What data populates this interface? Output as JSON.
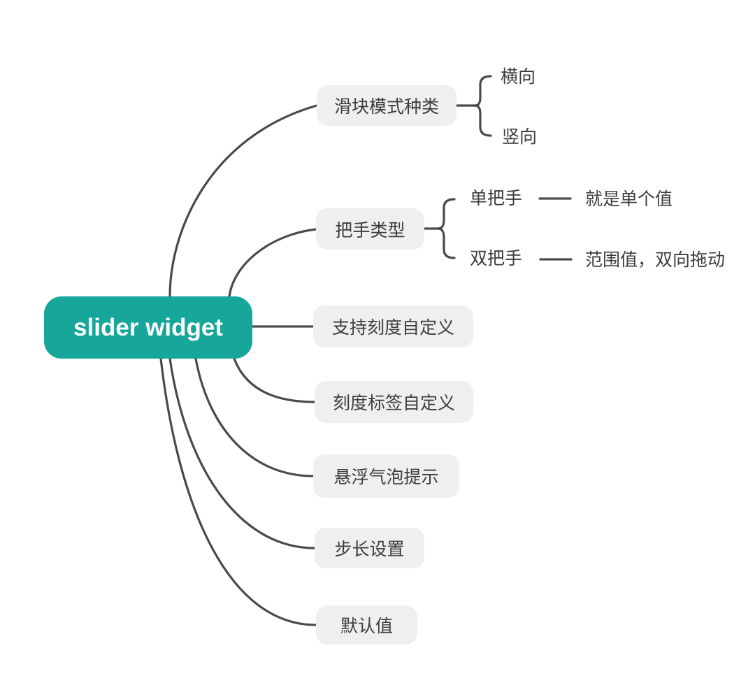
{
  "root": {
    "label": "slider widget"
  },
  "branches": [
    {
      "label": "滑块模式种类",
      "children": [
        {
          "label": "横向"
        },
        {
          "label": "竖向"
        }
      ]
    },
    {
      "label": "把手类型",
      "children": [
        {
          "label": "单把手",
          "note": "就是单个值"
        },
        {
          "label": "双把手",
          "note": "范围值，双向拖动"
        }
      ]
    },
    {
      "label": "支持刻度自定义"
    },
    {
      "label": "刻度标签自定义"
    },
    {
      "label": "悬浮气泡提示"
    },
    {
      "label": "步长设置"
    },
    {
      "label": "默认值"
    }
  ],
  "colors": {
    "root_bg": "#17a69a",
    "root_text": "#ffffff",
    "branch_bg": "#efefef",
    "text": "#3d3d3d",
    "line": "#4a4a4a",
    "background": "#ffffff"
  }
}
